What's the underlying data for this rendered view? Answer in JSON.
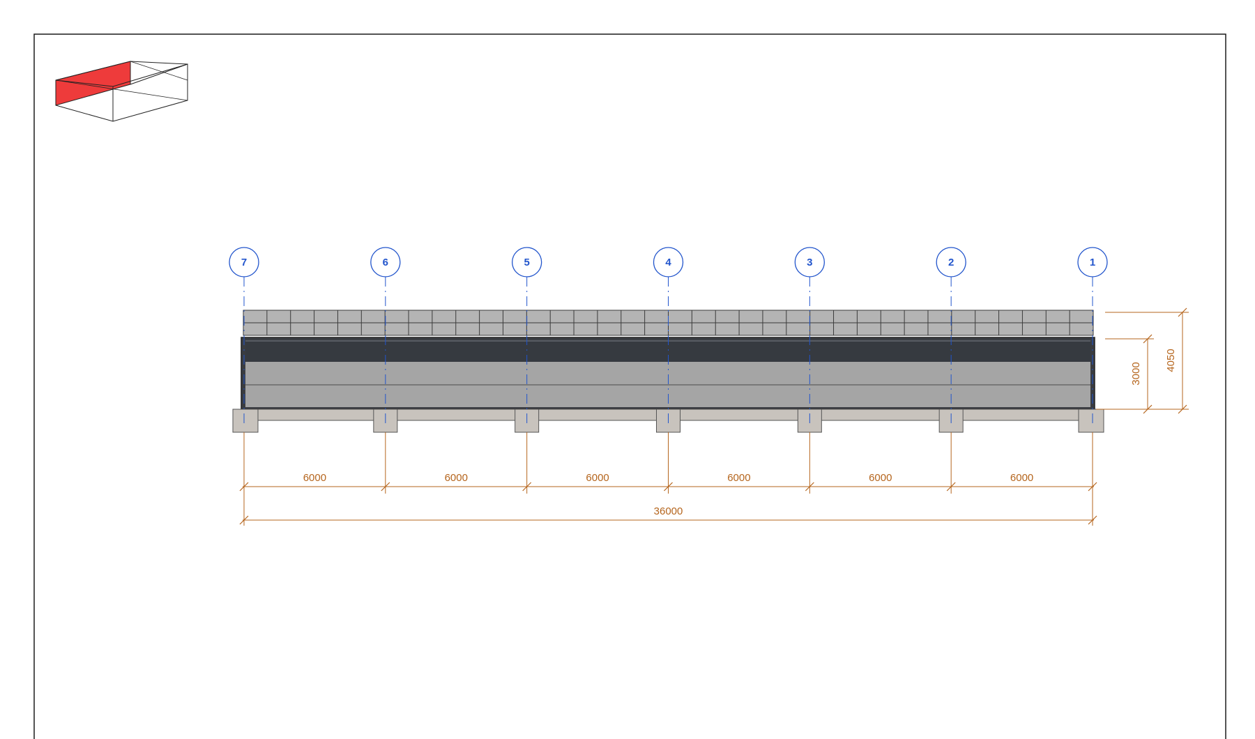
{
  "colors": {
    "frame": "#1a1a1a",
    "grid": "#2255cc",
    "dimension": "#b5651d",
    "view_highlight": "#ee3b3b",
    "panel": "#b4b4b4",
    "panel_line": "#3a3a3a",
    "fascia": "#363a40",
    "wall": "#a5a5a5",
    "footing": "#c8c3bd",
    "footing_line": "#555555"
  },
  "view_cube_icon": "elevation-view-cube-icon",
  "grid_axes": [
    "7",
    "6",
    "5",
    "4",
    "3",
    "2",
    "1"
  ],
  "bay_dimensions": [
    "6000",
    "6000",
    "6000",
    "6000",
    "6000",
    "6000"
  ],
  "overall_dimension": "36000",
  "height_dimensions": {
    "wall_height": "3000",
    "total_height": "4050"
  }
}
